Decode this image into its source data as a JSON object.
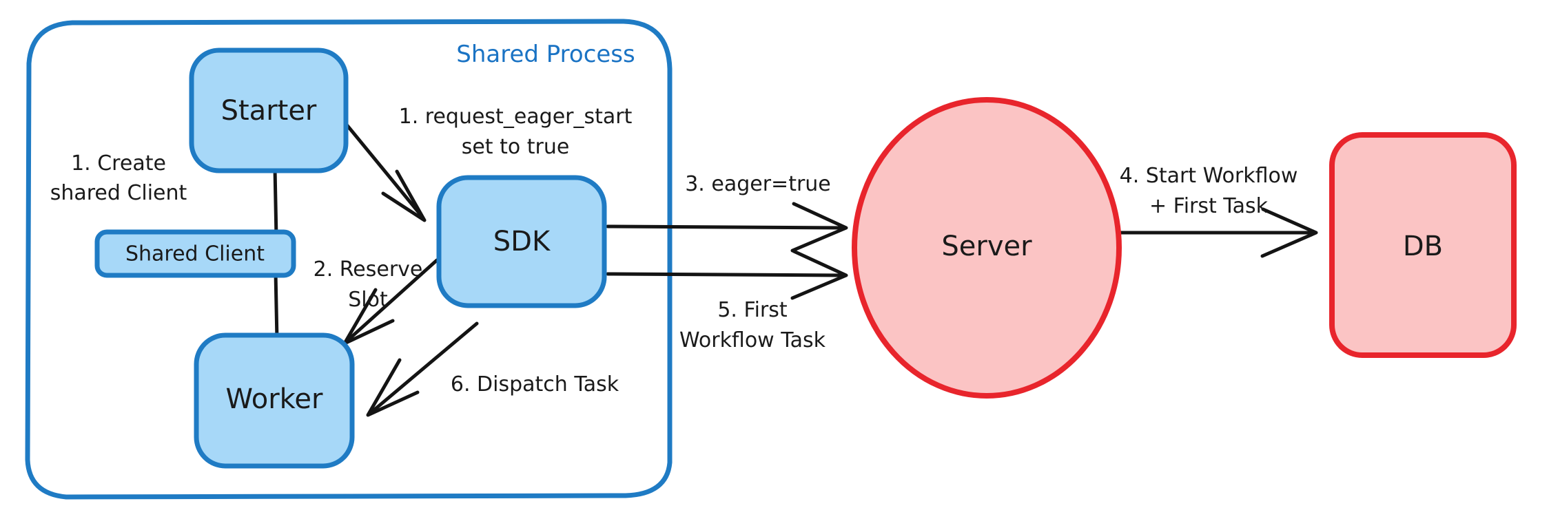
{
  "diagram": {
    "title": "Eager Workflow Start sequence",
    "colors": {
      "blue_stroke": "#1f7bc4",
      "blue_fill": "#a7d8f8",
      "red_stroke": "#e8252c",
      "red_fill": "#fbc4c4",
      "edge": "#141414",
      "group_label": "#1a73c4"
    },
    "group": {
      "label": "Shared Process"
    },
    "nodes": [
      {
        "id": "starter",
        "label": "Starter",
        "shape": "rounded-rect",
        "color": "blue"
      },
      {
        "id": "shared-client",
        "label": "Shared Client",
        "shape": "rounded-rect",
        "color": "blue"
      },
      {
        "id": "worker",
        "label": "Worker",
        "shape": "rounded-rect",
        "color": "blue"
      },
      {
        "id": "sdk",
        "label": "SDK",
        "shape": "rounded-rect",
        "color": "blue"
      },
      {
        "id": "server",
        "label": "Server",
        "shape": "ellipse",
        "color": "red"
      },
      {
        "id": "db",
        "label": "DB",
        "shape": "rounded-rect",
        "color": "red"
      }
    ],
    "edges": [
      {
        "id": "create-shared-client",
        "label_lines": [
          "1. Create",
          "shared Client"
        ],
        "from": "starter",
        "to": "worker",
        "style": "plain"
      },
      {
        "id": "request-eager-start",
        "label_lines": [
          "1. request_eager_start",
          "set to true"
        ],
        "from": "starter",
        "to": "sdk",
        "style": "arrow"
      },
      {
        "id": "reserve-slot",
        "label_lines": [
          "2. Reserve",
          "Slot"
        ],
        "from": "sdk",
        "to": "worker",
        "style": "arrow"
      },
      {
        "id": "eager-true",
        "label_lines": [
          "3. eager=true"
        ],
        "from": "sdk",
        "to": "server",
        "style": "arrow"
      },
      {
        "id": "start-workflow",
        "label_lines": [
          "4. Start Workflow",
          "+ First Task"
        ],
        "from": "server",
        "to": "db",
        "style": "arrow"
      },
      {
        "id": "first-workflow-task",
        "label_lines": [
          "5. First",
          "Workflow Task"
        ],
        "from": "server",
        "to": "sdk",
        "style": "arrow"
      },
      {
        "id": "dispatch-task",
        "label_lines": [
          "6. Dispatch Task"
        ],
        "from": "sdk",
        "to": "worker",
        "style": "arrow"
      }
    ]
  }
}
